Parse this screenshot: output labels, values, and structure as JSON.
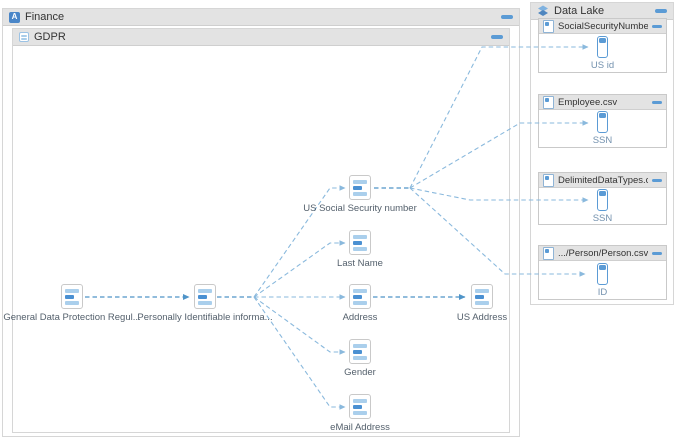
{
  "colors": {
    "accent": "#5b9bd5",
    "line_light": "#8ab9dd",
    "line_dark": "#4f94c8",
    "header_bg": "#e3e3e3",
    "container_border": "#d6d6d6"
  },
  "icons": {
    "finance": "application-icon",
    "gdpr": "term-group-icon",
    "data_lake": "layers-icon",
    "node": "business-term-icon",
    "file": "csv-file-icon",
    "column": "column-icon",
    "minimize": "minimize-dash-icon"
  },
  "finance": {
    "title": "Finance",
    "icon_letter": "A"
  },
  "gdpr": {
    "title": "GDPR"
  },
  "data_lake": {
    "title": "Data Lake",
    "files": [
      {
        "name": "SocialSecurityNumber.csv",
        "column": "US id"
      },
      {
        "name": "Employee.csv",
        "column": "SSN"
      },
      {
        "name": "DelimitedDataTypes.csv",
        "column": "SSN"
      },
      {
        "name": ".../Person/Person.csv",
        "column": "ID"
      }
    ]
  },
  "nodes": [
    {
      "label": "General Data Protection Regul..."
    },
    {
      "label": "Personally Identifiable informa..."
    },
    {
      "label": "US Social Security number"
    },
    {
      "label": "Last Name"
    },
    {
      "label": "Address"
    },
    {
      "label": "Gender"
    },
    {
      "label": "eMail Address"
    },
    {
      "label": "US Address"
    }
  ]
}
